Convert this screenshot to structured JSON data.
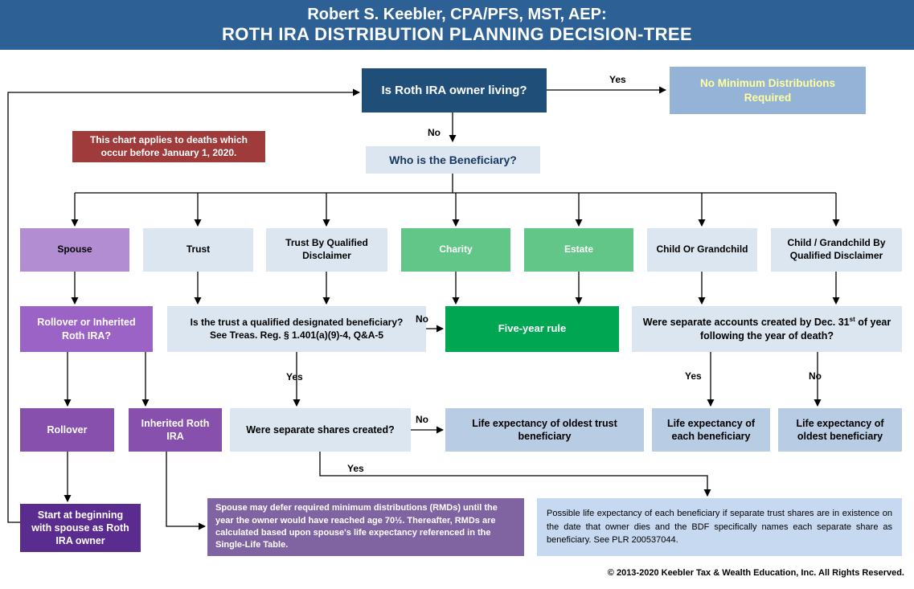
{
  "header": {
    "line1": "Robert S. Keebler, CPA/PFS, MST, AEP:",
    "line2": "ROTH IRA DISTRIBUTION PLANNING DECISION-TREE"
  },
  "labels": {
    "yes": "Yes",
    "no": "No"
  },
  "nodes": {
    "owner_living": "Is Roth IRA owner living?",
    "no_min_dist": "No Minimum Distributions Required",
    "applies_note": "This chart applies to deaths which occur before January 1, 2020.",
    "who_beneficiary": "Who is the Beneficiary?",
    "spouse": "Spouse",
    "trust": "Trust",
    "trust_disclaimer": "Trust By Qualified Disclaimer",
    "charity": "Charity",
    "estate": "Estate",
    "child": "Child Or Grandchild",
    "child_disclaimer": "Child / Grandchild By Qualified Disclaimer",
    "rollover_or_inherited": "Rollover or Inherited Roth IRA?",
    "trust_qualified": {
      "line1": "Is the trust a qualified designated beneficiary?",
      "line2": "See Treas. Reg. § 1.401(a)(9)-4, Q&A-5"
    },
    "five_year": "Five-year rule",
    "separate_accounts": {
      "pre": "Were separate accounts created by Dec. 31",
      "sup": "st",
      "post": " of year following the year of death?"
    },
    "rollover": "Rollover",
    "inherited": "Inherited Roth IRA",
    "separate_shares": "Were separate shares created?",
    "le_oldest_trust": "Life expectancy of oldest trust beneficiary",
    "le_each": "Life expectancy of each beneficiary",
    "le_oldest": "Life expectancy of oldest beneficiary",
    "start_over": "Start at beginning with spouse as Roth IRA owner",
    "spouse_defer_note": "Spouse may defer required minimum distributions (RMDs) until the year the owner would have reached age 70½. Thereafter, RMDs are calculated based upon spouse's life expectancy referenced in the Single-Life Table.",
    "possible_le_note": "Possible life expectancy of each beneficiary if separate trust shares are in existence on the date that owner dies and the BDF specifically names each separate share as beneficiary. See PLR 200537044."
  },
  "colors": {
    "header_blue": "#2d6094",
    "navy": "#1f4e79",
    "light_blue": "#dce6f1",
    "mid_blue": "#95b3d7",
    "pale_blue": "#b8cce4",
    "note_blue": "#c6d9f1",
    "maroon": "#a03b3b",
    "green": "#61c687",
    "bright_green": "#00a651",
    "lavender": "#b38dd2",
    "purple": "#9c63c6",
    "dark_purple": "#8750ac",
    "violet": "#5b2c90",
    "note_purple": "#8064a2",
    "yellow_text": "#ffff9e"
  },
  "footer": "© 2013-2020 Keebler Tax & Wealth Education, Inc. All Rights Reserved."
}
